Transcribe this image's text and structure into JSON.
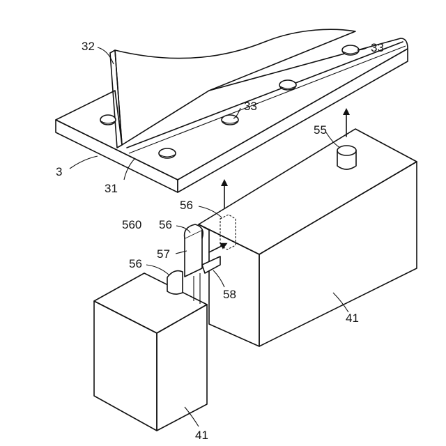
{
  "labels": {
    "l32": "32",
    "l3": "3",
    "l31": "31",
    "l33a": "33",
    "l33b": "33",
    "l55": "55",
    "l56a": "56",
    "l560": "560",
    "l56b": "56",
    "l57": "57",
    "l56c": "56",
    "l58": "58",
    "l41a": "41",
    "l41b": "41"
  },
  "colors": {
    "line": "#111111",
    "background": "#ffffff",
    "hatch": "#222222"
  }
}
